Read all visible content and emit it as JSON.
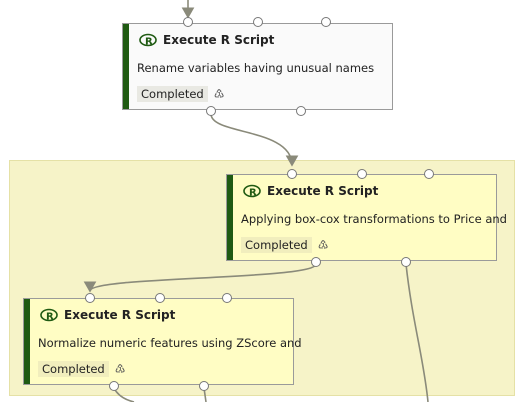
{
  "modules": [
    {
      "title": "Execute R Script",
      "description": "Rename variables having unusual names",
      "status": "Completed",
      "icon": "r-language-icon",
      "status_icon": "recycle-icon"
    },
    {
      "title": "Execute R Script",
      "description": "Applying box-cox transformations to Price and",
      "status": "Completed",
      "icon": "r-language-icon",
      "status_icon": "recycle-icon"
    },
    {
      "title": "Execute R Script",
      "description": "Normalize numeric features using ZScore and",
      "status": "Completed",
      "icon": "r-language-icon",
      "status_icon": "recycle-icon"
    }
  ],
  "colors": {
    "stripe": "#1f5a12",
    "selected_group": "#f6f3c8",
    "connector": "#8a8a7a"
  }
}
